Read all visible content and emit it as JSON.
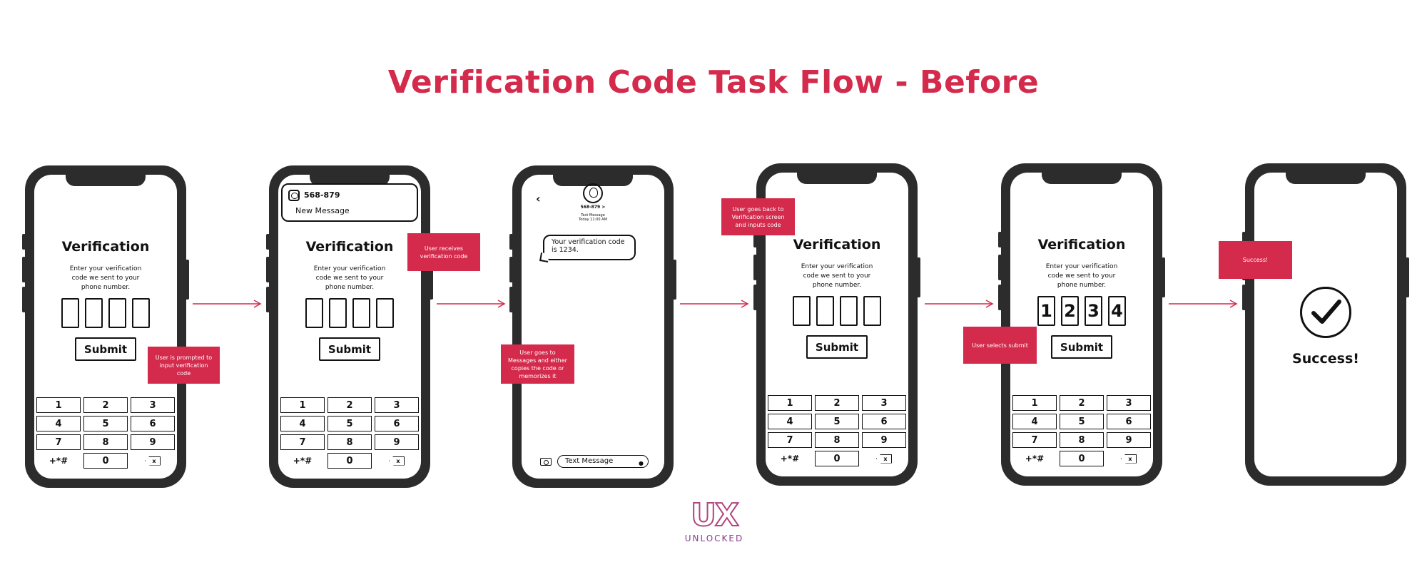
{
  "title": "Verification Code Task Flow - Before",
  "accent_color": "#d42a4c",
  "verification_screen": {
    "title": "Verification",
    "description": "Enter your verification code we sent to your phone number.",
    "submit_label": "Submit"
  },
  "keypad": {
    "keys": [
      "1",
      "2",
      "3",
      "4",
      "5",
      "6",
      "7",
      "8",
      "9",
      "+*#",
      "0",
      "x"
    ]
  },
  "notification": {
    "number": "568-879",
    "text": "New Message"
  },
  "messages_screen": {
    "contact_number": "568-879 >",
    "meta_line1": "Text Message",
    "meta_line2": "Today 11:00 AM",
    "bubble_text": "Your verification code is 1234.",
    "input_placeholder": "Text Message"
  },
  "entered_code": [
    "1",
    "2",
    "3",
    "4"
  ],
  "success_screen": {
    "text": "Success!"
  },
  "notes": {
    "step1": "User is prompted to input verification code",
    "step2": "User receives verification code",
    "step3": "User goes to Messages and either copies the code or memorizes it",
    "step4": "User goes back to Verification screen and inputs code",
    "step5": "User selects submit",
    "step6": "Success!"
  },
  "logo": {
    "mark": "UX",
    "subtitle": "UNLOCKED"
  }
}
